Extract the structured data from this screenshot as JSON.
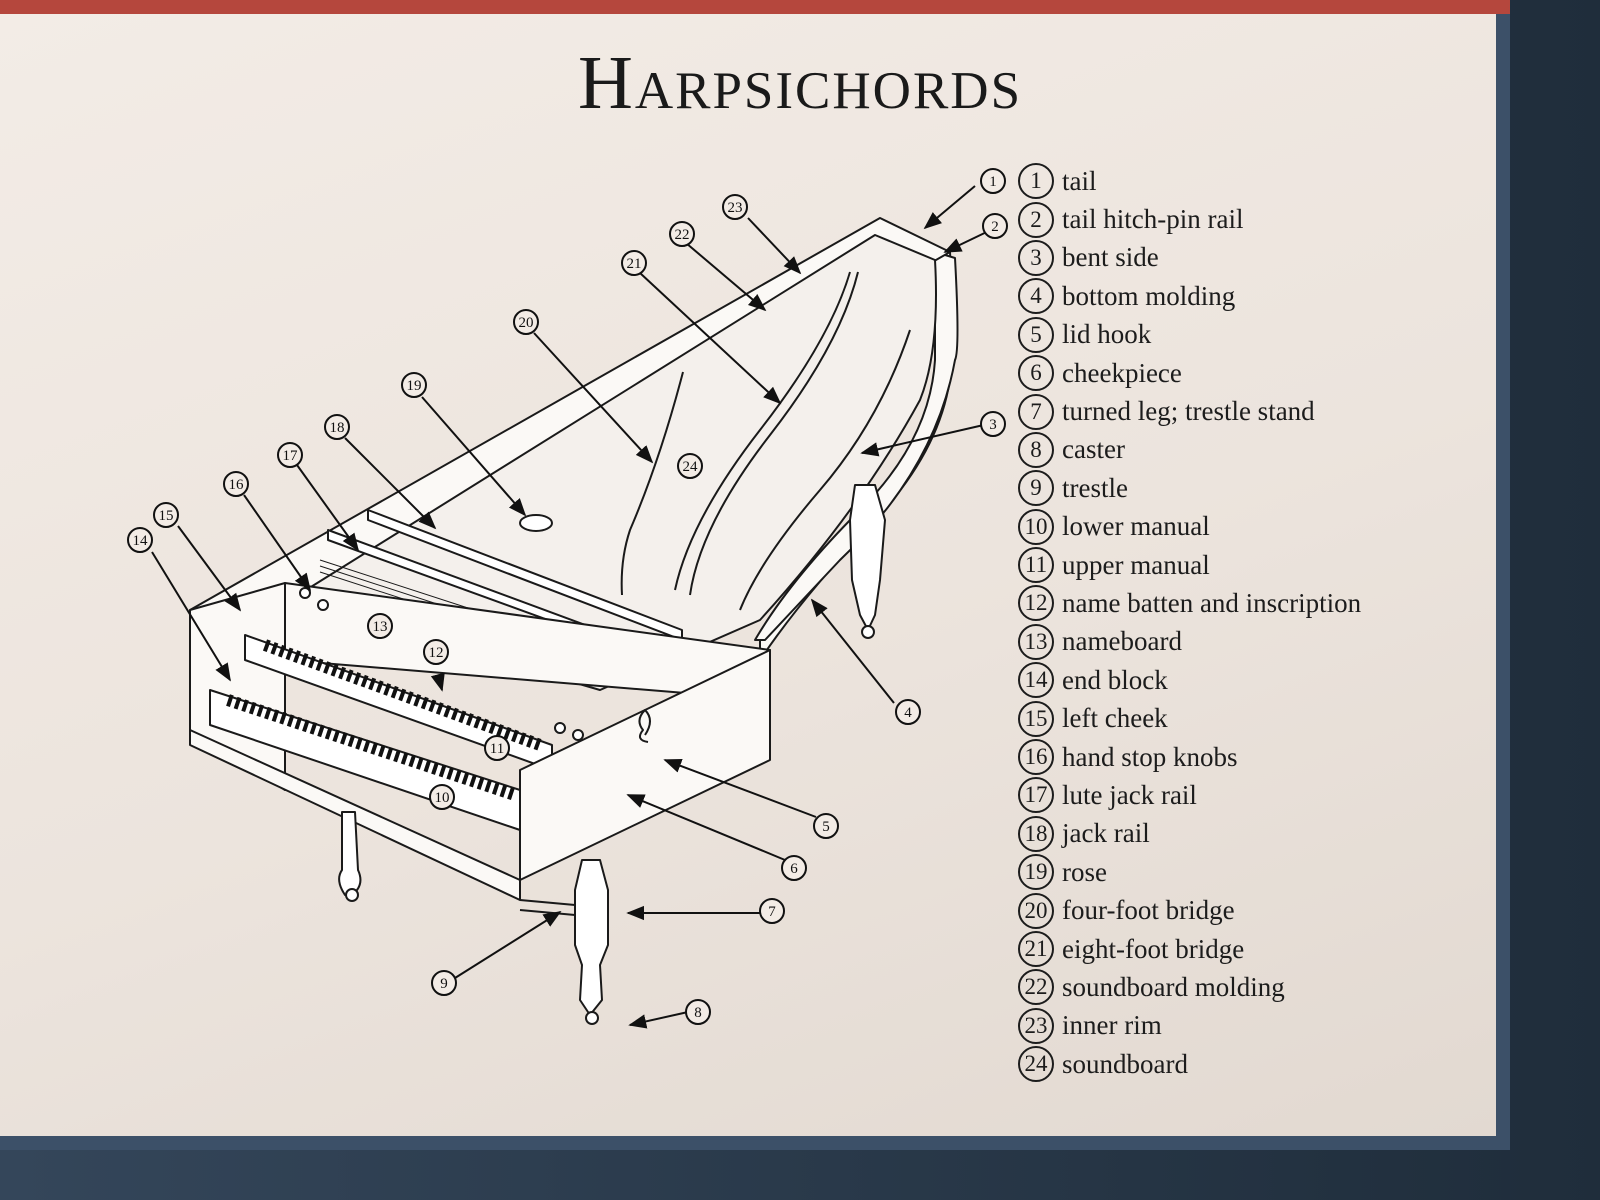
{
  "title": "Harpsichords",
  "legend": [
    {
      "num": "1",
      "label": "tail"
    },
    {
      "num": "2",
      "label": "tail hitch-pin rail"
    },
    {
      "num": "3",
      "label": "bent side"
    },
    {
      "num": "4",
      "label": "bottom molding"
    },
    {
      "num": "5",
      "label": "lid hook"
    },
    {
      "num": "6",
      "label": "cheekpiece"
    },
    {
      "num": "7",
      "label": "turned leg; trestle stand"
    },
    {
      "num": "8",
      "label": "caster"
    },
    {
      "num": "9",
      "label": "trestle"
    },
    {
      "num": "10",
      "label": "lower manual"
    },
    {
      "num": "11",
      "label": "upper manual"
    },
    {
      "num": "12",
      "label": "name batten and inscription"
    },
    {
      "num": "13",
      "label": "nameboard"
    },
    {
      "num": "14",
      "label": "end block"
    },
    {
      "num": "15",
      "label": "left cheek"
    },
    {
      "num": "16",
      "label": "hand stop knobs"
    },
    {
      "num": "17",
      "label": "lute jack rail"
    },
    {
      "num": "18",
      "label": "jack rail"
    },
    {
      "num": "19",
      "label": "rose"
    },
    {
      "num": "20",
      "label": "four-foot bridge"
    },
    {
      "num": "21",
      "label": "eight-foot bridge"
    },
    {
      "num": "22",
      "label": "soundboard molding"
    },
    {
      "num": "23",
      "label": "inner rim"
    },
    {
      "num": "24",
      "label": "soundboard"
    }
  ],
  "callouts": [
    "1",
    "2",
    "3",
    "4",
    "5",
    "6",
    "7",
    "8",
    "9",
    "10",
    "11",
    "12",
    "13",
    "14",
    "15",
    "16",
    "17",
    "18",
    "19",
    "20",
    "21",
    "22",
    "23",
    "24"
  ],
  "colors": {
    "panel": "#efe8e2",
    "border": "#3c5068",
    "band": "#b5473d",
    "ink": "#1c1c1c"
  }
}
